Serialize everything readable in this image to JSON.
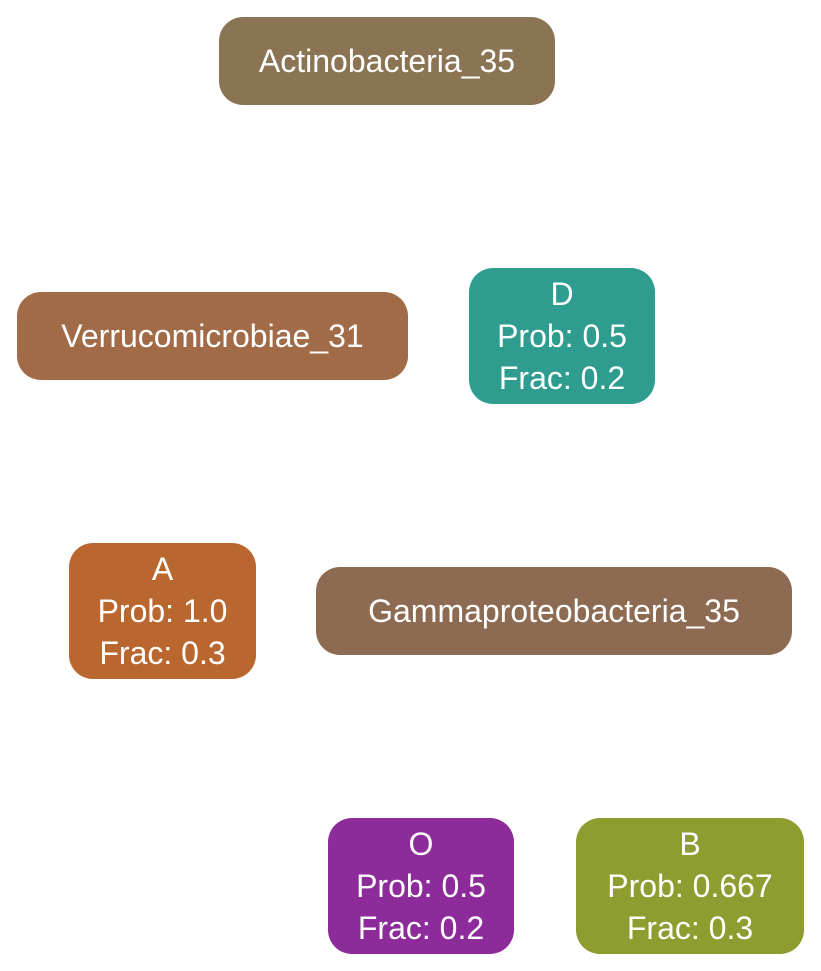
{
  "nodes": {
    "actinobacteria": {
      "label": "Actinobacteria_35",
      "color": "#8a7453"
    },
    "verrucomicrobiae": {
      "label": "Verrucomicrobiae_31",
      "color": "#a16b48"
    },
    "d": {
      "name": "D",
      "prob": "Prob: 0.5",
      "frac": "Frac: 0.2",
      "color": "#2e9c8f"
    },
    "a": {
      "name": "A",
      "prob": "Prob: 1.0",
      "frac": "Frac: 0.3",
      "color": "#b9672f"
    },
    "gammaproteobacteria": {
      "label": "Gammaproteobacteria_35",
      "color": "#8d6b52"
    },
    "o": {
      "name": "O",
      "prob": "Prob: 0.5",
      "frac": "Frac: 0.2",
      "color": "#8e2b9a"
    },
    "b": {
      "name": "B",
      "prob": "Prob: 0.667",
      "frac": "Frac: 0.3",
      "color": "#8e9c30"
    }
  }
}
